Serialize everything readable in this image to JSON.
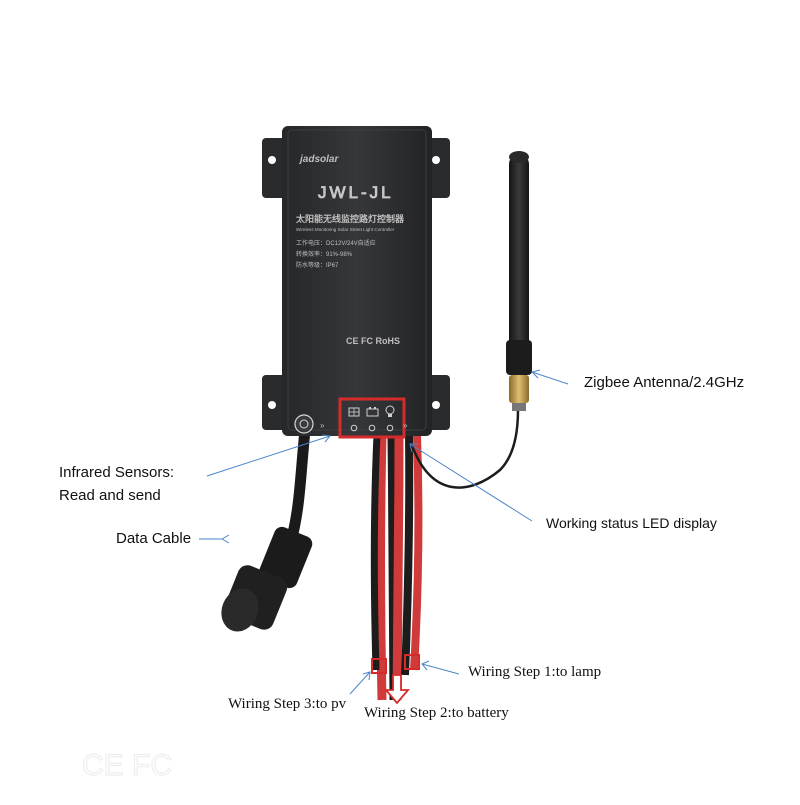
{
  "annotations": {
    "antenna": "Zigbee Antenna/2.4GHz",
    "infrared_line1": "Infrared Sensors:",
    "infrared_line2": "Read and send",
    "data_cable": "Data Cable",
    "led_display": "Working status LED display",
    "step1": "Wiring Step 1:to lamp",
    "step2": "Wiring Step 2:to battery",
    "step3": "Wiring Step 3:to pv"
  },
  "device": {
    "brand": "jadsolar",
    "model": "JWL-JL",
    "title_cn": "太阳能无线监控路灯控制器",
    "subtitle_en": "Wireless Monitoring Solar Street Light Controller",
    "spec_voltage": "工作电压：DC12V/24V自适应",
    "spec_efficiency": "转换效率：91%-98%",
    "spec_waterproof": "防水等级：IP67",
    "certs": "CE FC RoHS",
    "watermark": "CE FC"
  },
  "colors": {
    "housing": "#2e2f31",
    "arrow": "#4a86c8",
    "highlight": "#d62b2b",
    "wire_red": "#d13a3a",
    "wire_black": "#1c1c1c"
  }
}
